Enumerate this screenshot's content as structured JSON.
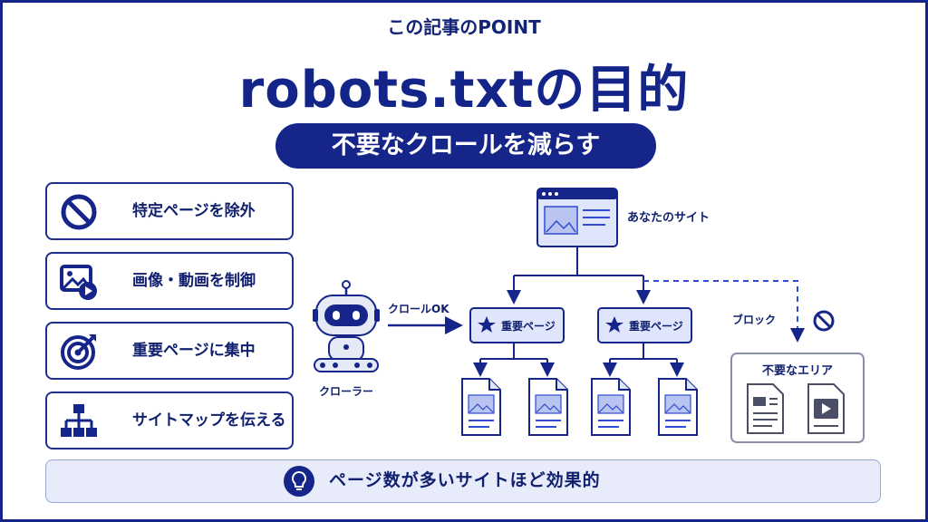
{
  "header": {
    "kicker": "この記事のPOINT",
    "title": "robots.txtの目的",
    "subtitle": "不要なクロールを減らす"
  },
  "cards": [
    {
      "label": "特定ページを除外",
      "icon": "prohibit-icon"
    },
    {
      "label": "画像・動画を制御",
      "icon": "image-video-icon"
    },
    {
      "label": "重要ページに集中",
      "icon": "target-icon"
    },
    {
      "label": "サイトマップを伝える",
      "icon": "sitemap-icon"
    }
  ],
  "diagram": {
    "site_label": "あなたのサイト",
    "crawler_label": "クローラー",
    "crawl_ok_label": "クロールOK",
    "important_page_label": "重要ページ",
    "block_label": "ブロック",
    "unneeded_area_label": "不要なエリア"
  },
  "footer": {
    "tip": "ページ数が多いサイトほど効果的",
    "icon": "lightbulb-icon"
  },
  "colors": {
    "primary": "#15258a",
    "accent": "#2f4bd1",
    "node_fill": "#dfe5fb",
    "tip_bg": "#e8ecfa"
  }
}
